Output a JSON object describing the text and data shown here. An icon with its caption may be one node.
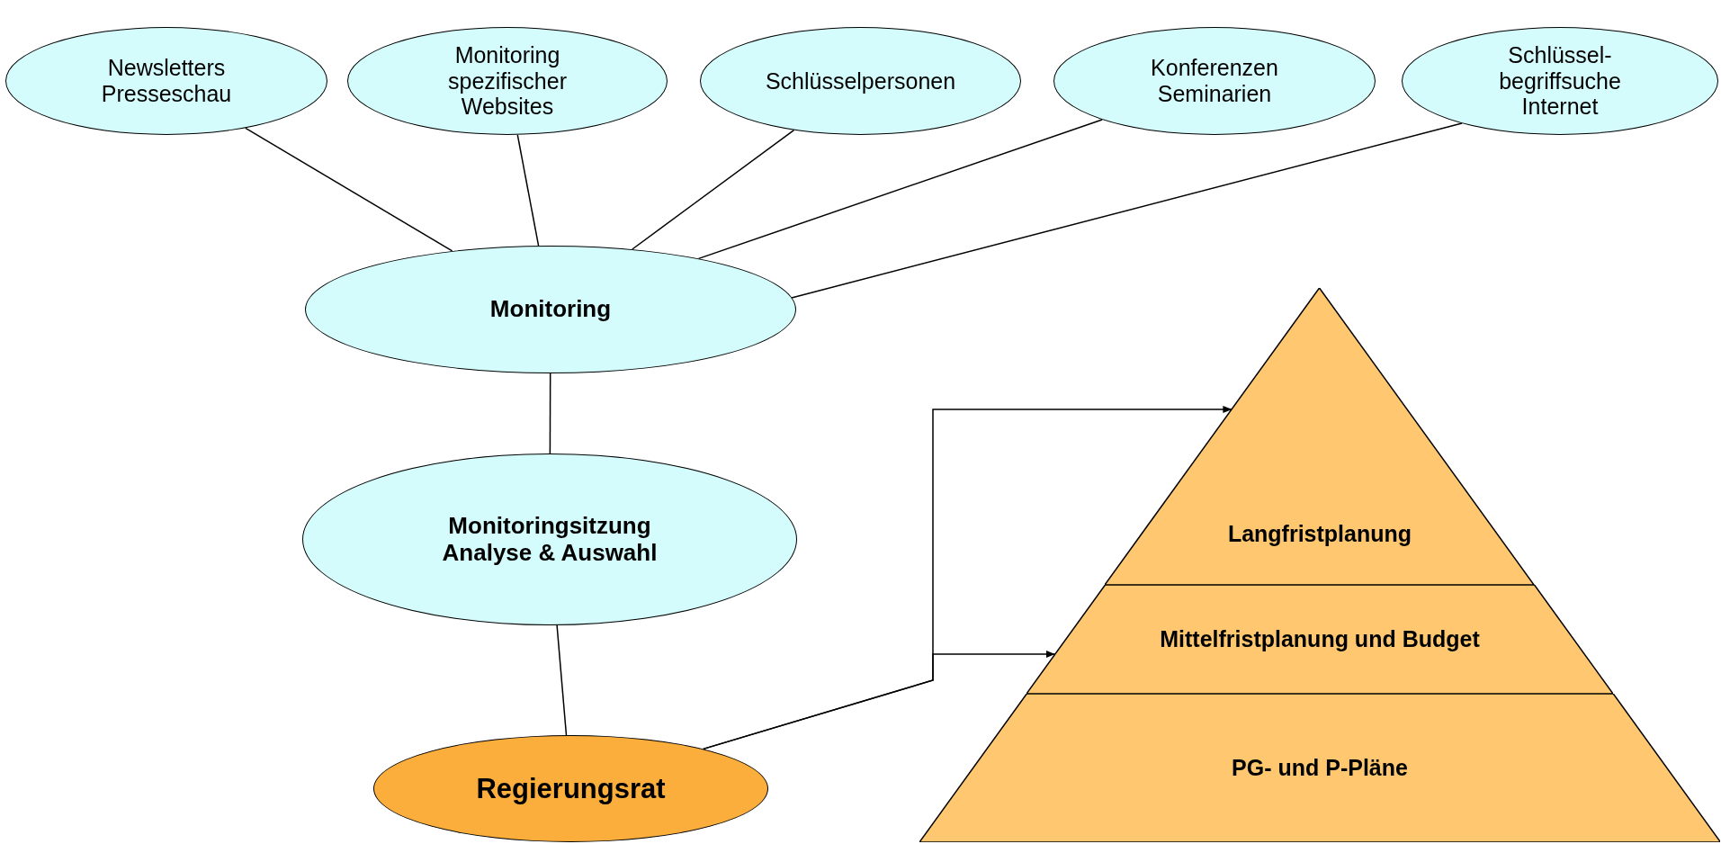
{
  "diagram": {
    "nodes": [
      {
        "text": [
          "Newsletters Presseschau"
        ]
      },
      {
        "text": [
          "Monitoring spezifischer Websites"
        ]
      },
      {
        "text": [
          "Schlüsselpersonen"
        ]
      },
      {
        "text": [
          "Konferenzen Seminarien"
        ]
      },
      {
        "text": [
          "Schlüssel-begriffsuche Internet"
        ]
      },
      {
        "text": [
          "Monitoring"
        ]
      },
      {
        "text": [
          "Monitoringsitzung Analyse & Auswahl"
        ]
      },
      {
        "text": [
          "Regierungsrat"
        ]
      },
      {
        "text": [
          "Langfristplanung"
        ]
      },
      {
        "text": [
          "Mittelfristplanung und Budget"
        ]
      },
      {
        "text": [
          "PG- und P-Pläne"
        ]
      }
    ],
    "edges": [
      {
        "from": 0,
        "to": 5,
        "arrow": "none"
      },
      {
        "from": 1,
        "to": 5,
        "arrow": "none"
      },
      {
        "from": 2,
        "to": 5,
        "arrow": "none"
      },
      {
        "from": 3,
        "to": 5,
        "arrow": "none"
      },
      {
        "from": 4,
        "to": 5,
        "arrow": "none"
      },
      {
        "from": 5,
        "to": 6,
        "arrow": "none"
      },
      {
        "from": 6,
        "to": 7,
        "arrow": "none"
      },
      {
        "from": 7,
        "to": 8,
        "arrow": "to"
      },
      {
        "from": 7,
        "to": 9,
        "arrow": "to"
      }
    ]
  }
}
